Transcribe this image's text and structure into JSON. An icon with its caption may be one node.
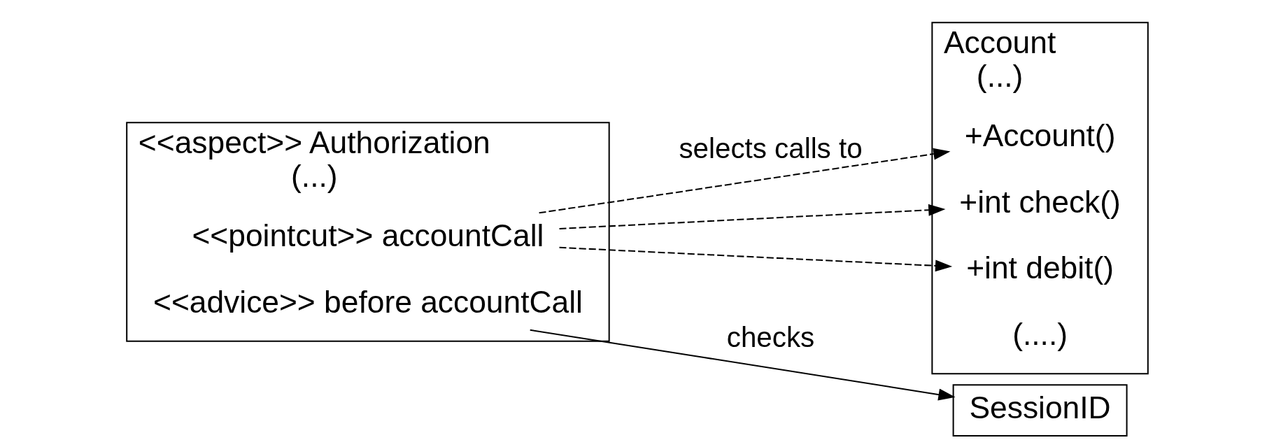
{
  "diagram": {
    "nodes": [
      {
        "text": [
          "<<aspect>> Authorization",
          "(...)"
        ]
      },
      {
        "text": [
          "<<pointcut>> accountCall"
        ],
        "in": 0
      },
      {
        "text": [
          "<<advice>> before accountCall"
        ],
        "in": 0
      },
      {
        "text": [
          "Account",
          "(...)"
        ]
      },
      {
        "text": [
          "+Account()"
        ],
        "in": 3
      },
      {
        "text": [
          "+int check()"
        ],
        "in": 3
      },
      {
        "text": [
          "+int debit()"
        ],
        "in": 3
      },
      {
        "text": [
          "(....)"
        ],
        "in": 3
      },
      {
        "text": [
          "SessionID"
        ]
      }
    ],
    "edges": [
      {
        "from": 1,
        "to": 4,
        "arrow": "to",
        "style": "dashed",
        "label": "selects calls to"
      },
      {
        "from": 1,
        "to": 5,
        "arrow": "to",
        "style": "dashed"
      },
      {
        "from": 1,
        "to": 6,
        "arrow": "to",
        "style": "dashed"
      },
      {
        "from": 2,
        "to": 8,
        "arrow": "to",
        "label": "checks"
      }
    ]
  }
}
